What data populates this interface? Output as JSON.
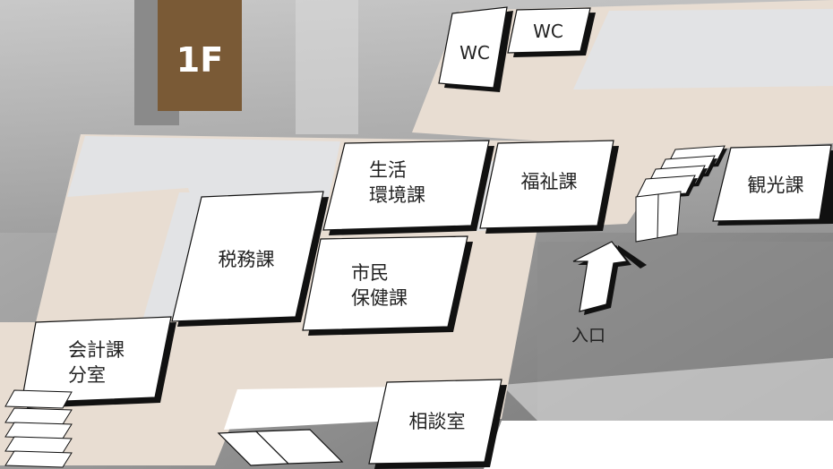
{
  "floor": {
    "label": "1F",
    "badge_color": "#7a5a36"
  },
  "colors": {
    "floor_beige": "#e8ddd2",
    "corridor_gray": "#e2e3e5",
    "room_fill": "#ffffff",
    "outline": "#111111"
  },
  "rooms": {
    "wc_left": "WC",
    "wc_right": "WC",
    "seikatsu_1": "生活",
    "seikatsu_2": "環境課",
    "fukushi": "福祉課",
    "kanko": "観光課",
    "zeimu": "税務課",
    "shimin_1": "市民",
    "shimin_2": "保健課",
    "kaikei_1": "会計課",
    "kaikei_2": "分室",
    "sodan": "相談室"
  },
  "entrance": {
    "label": "入口",
    "icon": "up-arrow-icon"
  },
  "features": {
    "stairs_right": "stairs-icon",
    "stairs_left": "stairs-icon",
    "stairs_bottom": "stairs-icon"
  }
}
